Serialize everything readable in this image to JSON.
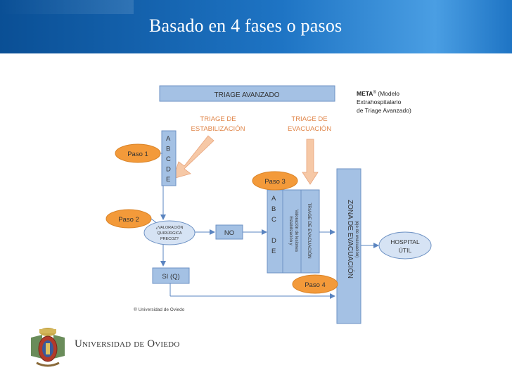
{
  "slide": {
    "title": "Basado en 4 fases o pasos"
  },
  "diagram": {
    "banner": "TRIAGE AVANZADO",
    "meta_bold": "META",
    "meta_reg": "®",
    "meta_line1": " (Modelo",
    "meta_line2": "Extrahospitalario",
    "meta_line3": "de Triage Avanzado)",
    "triage_estab_1": "TRIAGE DE",
    "triage_estab_2": "ESTABILIZACIÓN",
    "triage_evac_1": "TRIAGE DE",
    "triage_evac_2": "EVACUACIÓN",
    "abcde_letters": [
      "A",
      "B",
      "C",
      "D",
      "E"
    ],
    "abcde2_letters": [
      "A",
      "B",
      "C",
      "",
      "D",
      "E"
    ],
    "paso1": "Paso 1",
    "paso2": "Paso 2",
    "paso3": "Paso 3",
    "paso4": "Paso 4",
    "valoracion_1": "¿VALORACIÓN",
    "valoracion_2": "QUIRÚRGICA",
    "valoracion_3": "PRECOZ?",
    "no": "NO",
    "si": "SI (Q)",
    "estab_1": "Estabilización y",
    "estab_2": "Valoración de lesiones",
    "triage_evac_v": "TRIAGE DE EVACUACIÓN",
    "zona": "ZONA DE EVACUACIÓN",
    "zona_sub": "(eje de evacuación)",
    "hospital_1": "HOSPITAL",
    "hospital_2": "ÚTIL",
    "footnote": "® Universidad de Oviedo"
  },
  "footer": {
    "university": "Universidad de Oviedo"
  },
  "colors": {
    "box_blue": "#a4c1e4",
    "box_border": "#6e92c4",
    "orange": "#f39a3a",
    "arrow_peach": "#f6c8a6",
    "arrow_blue": "#5a84c0"
  }
}
